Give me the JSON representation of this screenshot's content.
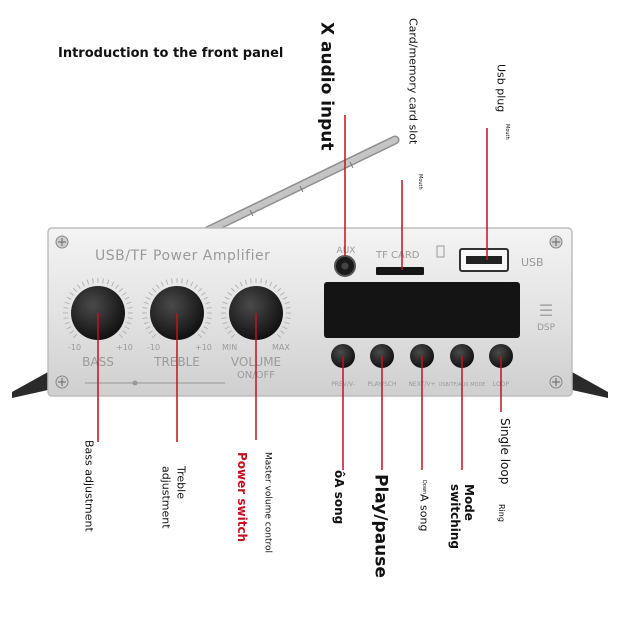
{
  "title": "Introduction to the front panel",
  "panel": {
    "brand": "USB/TF Power Amplifier",
    "aux": "AUX",
    "tf_card": "TF CARD",
    "usb": "USB",
    "dsp": "DSP",
    "knobs": [
      {
        "label": "BASS",
        "min": "-10",
        "max": "+10"
      },
      {
        "label": "TREBLE",
        "min": "-10",
        "max": "+10"
      },
      {
        "label": "VOLUME",
        "sub": "ON/OFF",
        "min": "MIN",
        "max": "MAX"
      }
    ],
    "buttons": [
      {
        "label": "PREV/V-"
      },
      {
        "label": "PLAY/SCH"
      },
      {
        "label": "NEXT/V+"
      },
      {
        "label": "USB/TF/AUX MODE"
      },
      {
        "label": "LOOP"
      }
    ]
  },
  "callouts": {
    "x_audio_input": "X audio input",
    "card_slot": "Card/memory card slot",
    "card_slot_small": "Mouth",
    "usb_plug": "Usb plug",
    "usb_plug_small": "Mouth",
    "bass": "Bass adjustment",
    "treble_1": "Treble",
    "treble_2": "adjustment",
    "power_switch": "Power switch",
    "master_volume": "Master volume control",
    "prev_song": "ôA song",
    "play_pause": "Play/pause",
    "down": "Down",
    "next_song": "A song",
    "mode_1": "Mode",
    "mode_2": "switching",
    "loop_1": "Single loop",
    "loop_2": "Ring"
  },
  "colors": {
    "callout_line": "#c1121f",
    "power_switch_text": "#c1121f",
    "panel_silver": "#e6e6e6",
    "knob": "#1a1a1a"
  }
}
